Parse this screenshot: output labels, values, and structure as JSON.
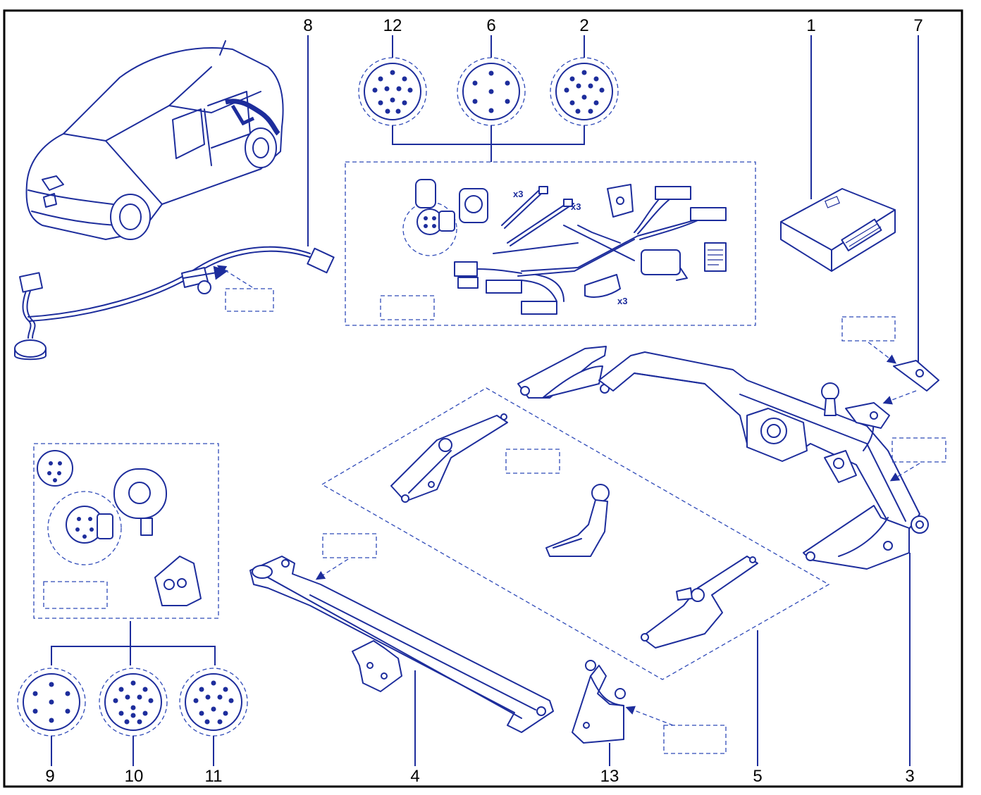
{
  "callouts": {
    "c1": "1",
    "c2": "2",
    "c3": "3",
    "c4": "4",
    "c5": "5",
    "c6": "6",
    "c7": "7",
    "c8": "8",
    "c9": "9",
    "c10": "10",
    "c11": "11",
    "c12": "12",
    "c13": "13"
  },
  "kit_labels": {
    "cable_ties_qty": "x3",
    "ties_qty": "x3",
    "pads_qty": "x3"
  },
  "colors": {
    "line": "#1d2d9c",
    "dashed": "#2f4ab8",
    "frame": "#000000"
  }
}
